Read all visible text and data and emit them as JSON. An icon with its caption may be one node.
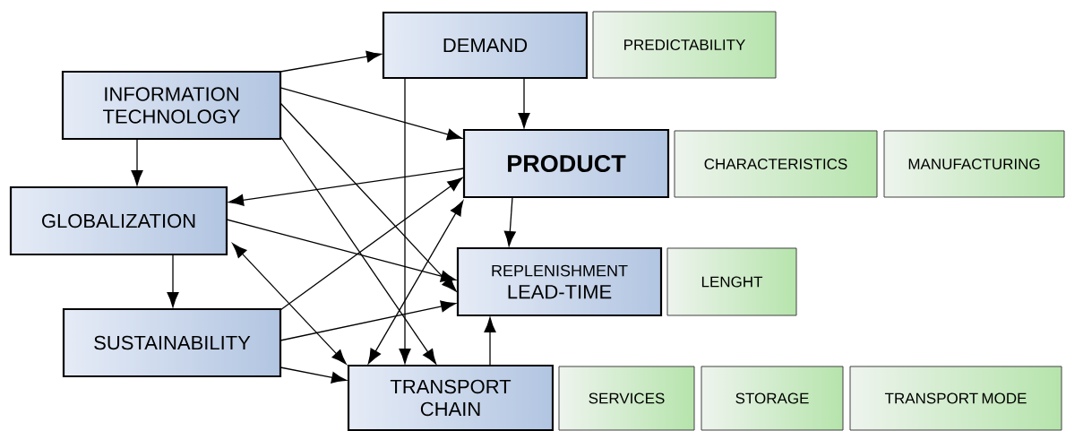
{
  "diagram": {
    "nodes": [
      {
        "text": [
          "DEMAND"
        ]
      },
      {
        "text": [
          "PREDICTABILITY"
        ]
      },
      {
        "text": [
          "INFORMATION TECHNOLOGY"
        ]
      },
      {
        "text": [
          "PRODUCT"
        ]
      },
      {
        "text": [
          "CHARACTERISTICS"
        ]
      },
      {
        "text": [
          "MANUFACTURING"
        ]
      },
      {
        "text": [
          "GLOBALIZATION"
        ]
      },
      {
        "text": [
          "REPLENISHMENT",
          "LEAD-TIME"
        ]
      },
      {
        "text": [
          "LENGHT"
        ]
      },
      {
        "text": [
          "SUSTAINABILITY"
        ]
      },
      {
        "text": [
          "TRANSPORT CHAIN"
        ]
      },
      {
        "text": [
          "SERVICES"
        ]
      },
      {
        "text": [
          "STORAGE"
        ]
      },
      {
        "text": [
          "TRANSPORT MODE"
        ]
      }
    ],
    "edges": [
      {
        "from": 2,
        "to": 0,
        "arrow": "to"
      },
      {
        "from": 2,
        "to": 3,
        "arrow": "to"
      },
      {
        "from": 2,
        "to": 7,
        "arrow": "to"
      },
      {
        "from": 2,
        "to": 10,
        "arrow": "to"
      },
      {
        "from": 2,
        "to": 6,
        "arrow": "to"
      },
      {
        "from": 0,
        "to": 3,
        "arrow": "to"
      },
      {
        "from": 0,
        "to": 10,
        "arrow": "to"
      },
      {
        "from": 3,
        "to": 6,
        "arrow": "to"
      },
      {
        "from": 3,
        "to": 7,
        "arrow": "to"
      },
      {
        "from": 3,
        "to": 10,
        "arrow": "both"
      },
      {
        "from": 6,
        "to": 7,
        "arrow": "to"
      },
      {
        "from": 6,
        "to": 9,
        "arrow": "to"
      },
      {
        "from": 6,
        "to": 10,
        "arrow": "both"
      },
      {
        "from": 9,
        "to": 3,
        "arrow": "to"
      },
      {
        "from": 9,
        "to": 7,
        "arrow": "to"
      },
      {
        "from": 9,
        "to": 10,
        "arrow": "to"
      },
      {
        "from": 10,
        "to": 7,
        "arrow": "to"
      }
    ]
  }
}
